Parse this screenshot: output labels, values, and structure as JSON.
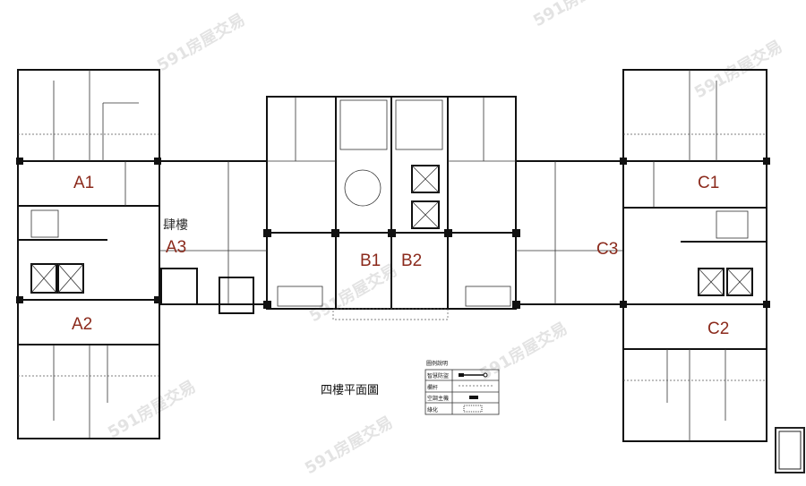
{
  "plan": {
    "title": "四樓平面圖",
    "handwritten_floor": "肆樓",
    "units": [
      "A1",
      "A2",
      "A3",
      "B1",
      "B2",
      "C1",
      "C2",
      "C3"
    ],
    "watermark": "591房屋交易"
  },
  "legend": {
    "heading": "圖例說明",
    "items": [
      "智慧防盜",
      "欄杆",
      "空調主機",
      "綠化"
    ]
  }
}
